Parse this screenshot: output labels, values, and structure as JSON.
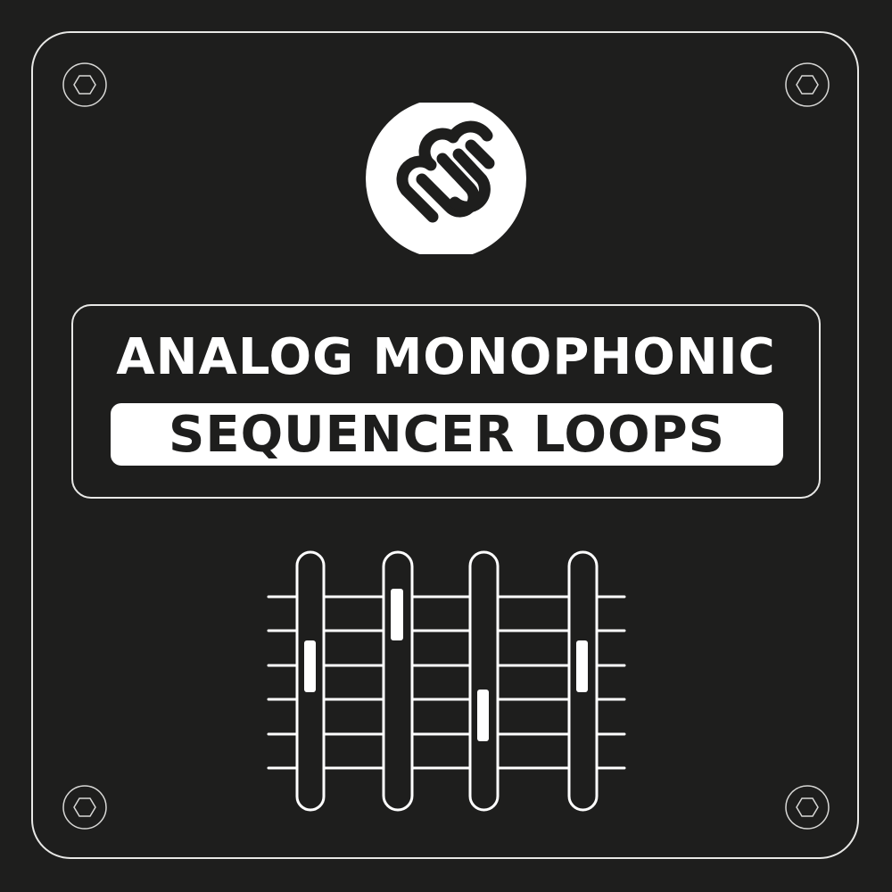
{
  "cover": {
    "title_line1": "ANALOG MONOPHONIC",
    "title_line2": "SEQUENCER LOOPS",
    "logo_icon": "ms-logo-icon",
    "colors": {
      "background": "#1e1e1d",
      "foreground": "#ffffff",
      "outline": "#e8e8e6"
    }
  },
  "screws": [
    {
      "name": "screw-top-left",
      "icon": "hex-screw-icon"
    },
    {
      "name": "screw-top-right",
      "icon": "hex-screw-icon"
    },
    {
      "name": "screw-bottom-left",
      "icon": "hex-screw-icon"
    },
    {
      "name": "screw-bottom-right",
      "icon": "hex-screw-icon"
    }
  ],
  "faders": {
    "count": 4,
    "rail_lines": 6,
    "positions": [
      "upper-middle",
      "top",
      "lower",
      "upper-middle"
    ]
  }
}
